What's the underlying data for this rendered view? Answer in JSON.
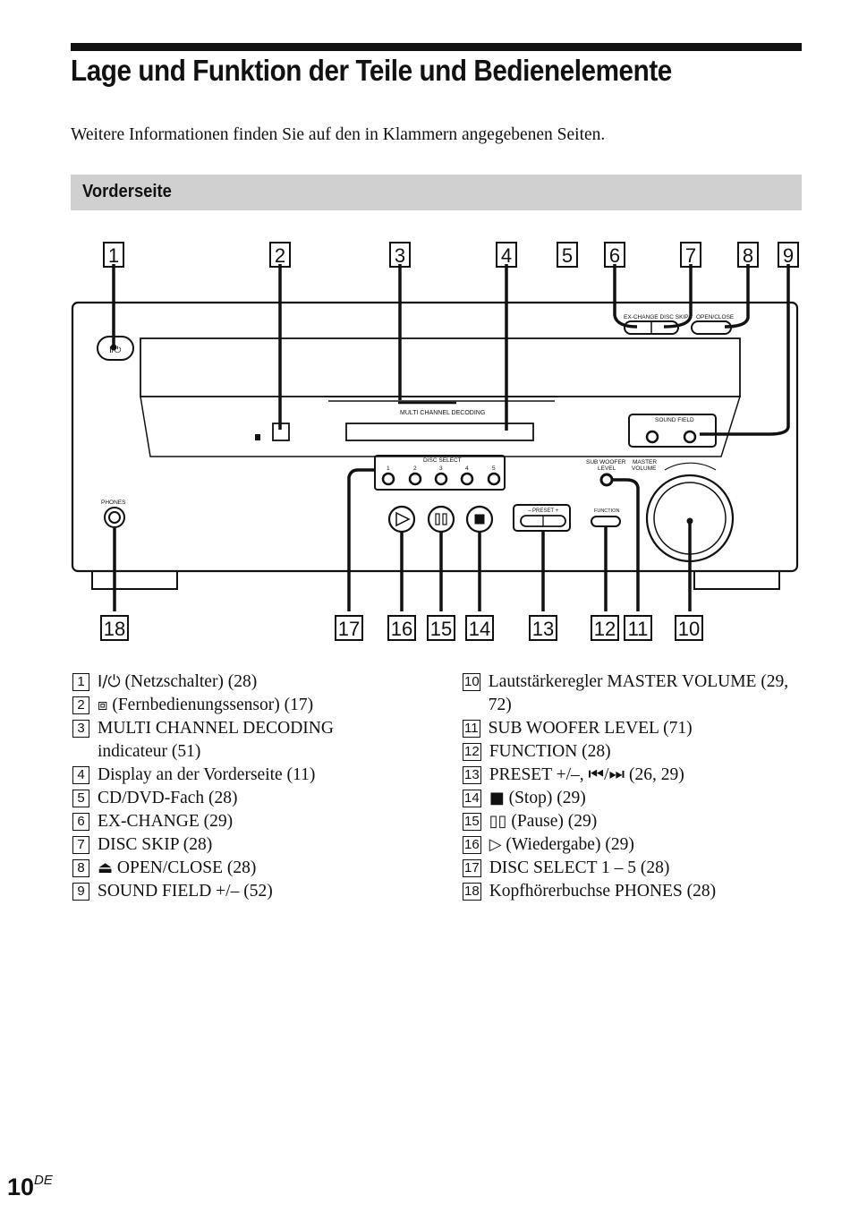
{
  "page": {
    "title": "Lage und Funktion der Teile und Bedienelemente",
    "intro": "Weitere Informationen finden Sie auf den in Klammern angegebenen Seiten.",
    "section": "Vorderseite",
    "page_number": "10",
    "page_suffix": "DE"
  },
  "diagram": {
    "labels": {
      "power": "I/⏻",
      "ex_disc_skip": "EX-CHANGE  DISC SKIP",
      "open_close": "OPEN/CLOSE",
      "multi_channel": "MULTI CHANNEL DECODING",
      "sound_field": "SOUND FIELD",
      "disc_select": "DISC SELECT",
      "sub_woofer_1": "SUB WOOFER",
      "sub_woofer_2": "LEVEL",
      "master_1": "MASTER",
      "master_2": "VOLUME",
      "phones": "PHONES",
      "preset": "–   PRESET   +",
      "function": "FUNCTION",
      "disc_nums": [
        "1",
        "2",
        "3",
        "4",
        "5"
      ]
    },
    "callouts_top": [
      "1",
      "2",
      "3",
      "4",
      "5",
      "6",
      "7",
      "8",
      "9"
    ],
    "callouts_bottom": [
      "18",
      "17",
      "16",
      "15",
      "14",
      "13",
      "12",
      "11",
      "10"
    ]
  },
  "legend_left": [
    {
      "num": "1",
      "glyph": "I/⏻",
      "text": " (Netzschalter) (28)"
    },
    {
      "num": "2",
      "glyph": "⧈",
      "text": " (Fernbedienungssensor) (17)"
    },
    {
      "num": "3",
      "glyph": "",
      "text": "MULTI CHANNEL DECODING indicateur (51)"
    },
    {
      "num": "4",
      "glyph": "",
      "text": "Display an der Vorderseite (11)"
    },
    {
      "num": "5",
      "glyph": "",
      "text": "CD/DVD-Fach (28)"
    },
    {
      "num": "6",
      "glyph": "",
      "text": "EX-CHANGE (29)"
    },
    {
      "num": "7",
      "glyph": "",
      "text": "DISC SKIP (28)"
    },
    {
      "num": "8",
      "glyph": "⏏",
      "text": " OPEN/CLOSE (28)"
    },
    {
      "num": "9",
      "glyph": "",
      "text": "SOUND FIELD +/– (52)"
    }
  ],
  "legend_right": [
    {
      "num": "10",
      "glyph": "",
      "text": "Lautstärkeregler MASTER VOLUME (29, 72)"
    },
    {
      "num": "11",
      "glyph": "",
      "text": "SUB WOOFER LEVEL (71)"
    },
    {
      "num": "12",
      "glyph": "",
      "text": "FUNCTION (28)"
    },
    {
      "num": "13",
      "glyph": "",
      "text": "PRESET +/–, ⏮/⏭ (26, 29)"
    },
    {
      "num": "14",
      "glyph": "■",
      "text": " (Stop) (29)"
    },
    {
      "num": "15",
      "glyph": "▯▯",
      "text": " (Pause) (29)"
    },
    {
      "num": "16",
      "glyph": "▷",
      "text": " (Wiedergabe) (29)"
    },
    {
      "num": "17",
      "glyph": "",
      "text": "DISC SELECT 1 – 5 (28)"
    },
    {
      "num": "18",
      "glyph": "",
      "text": "Kopfhörerbuchse PHONES (28)"
    }
  ]
}
